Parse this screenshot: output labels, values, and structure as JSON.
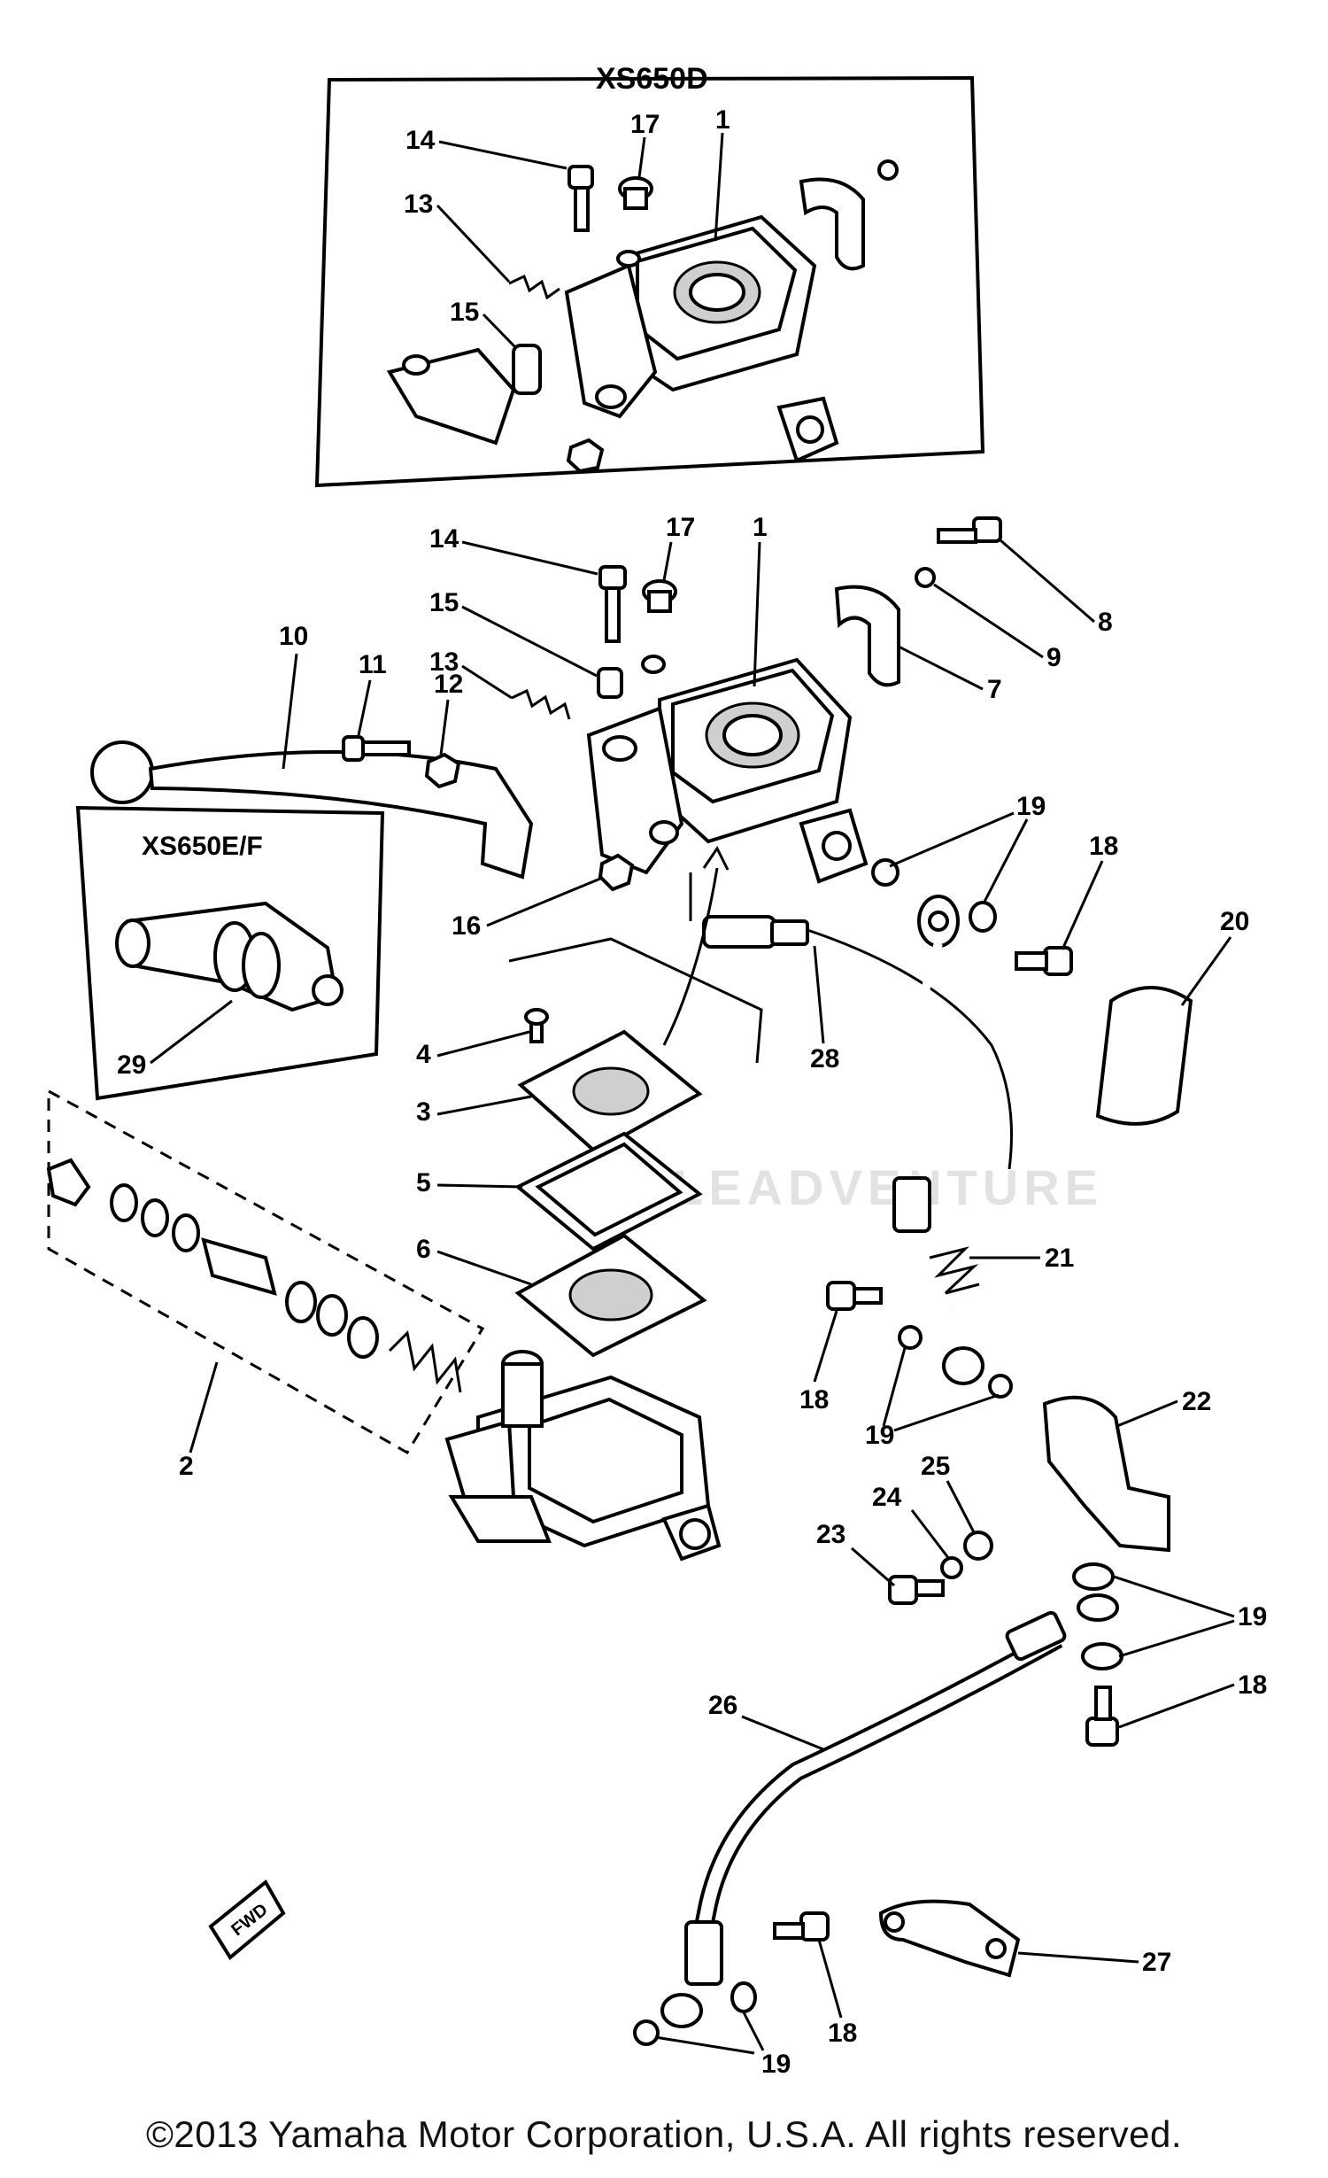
{
  "diagram": {
    "variant_labels": {
      "top_inset": "XS650D",
      "left_inset": "XS650E/F"
    },
    "callouts": {
      "inset_1": "1",
      "inset_13": "13",
      "inset_14": "14",
      "inset_15": "15",
      "inset_17": "17",
      "c1": "1",
      "c2": "2",
      "c3": "3",
      "c4": "4",
      "c5": "5",
      "c6": "6",
      "c7": "7",
      "c8": "8",
      "c9": "9",
      "c10": "10",
      "c11": "11",
      "c12": "12",
      "c13": "13",
      "c14": "14",
      "c15": "15",
      "c16": "16",
      "c17": "17",
      "c18a": "18",
      "c18b": "18",
      "c18c": "18",
      "c18d": "18",
      "c19a": "19",
      "c19b": "19",
      "c19c": "19",
      "c19d": "19",
      "c20": "20",
      "c21": "21",
      "c22": "22",
      "c23": "23",
      "c24": "24",
      "c25": "25",
      "c26": "26",
      "c27": "27",
      "c28": "28",
      "c29": "29"
    },
    "fwd_marker": "FWD",
    "watermark": "LEADVENTURE",
    "copyright": "©2013 Yamaha Motor Corporation, U.S.A. All rights reserved."
  }
}
